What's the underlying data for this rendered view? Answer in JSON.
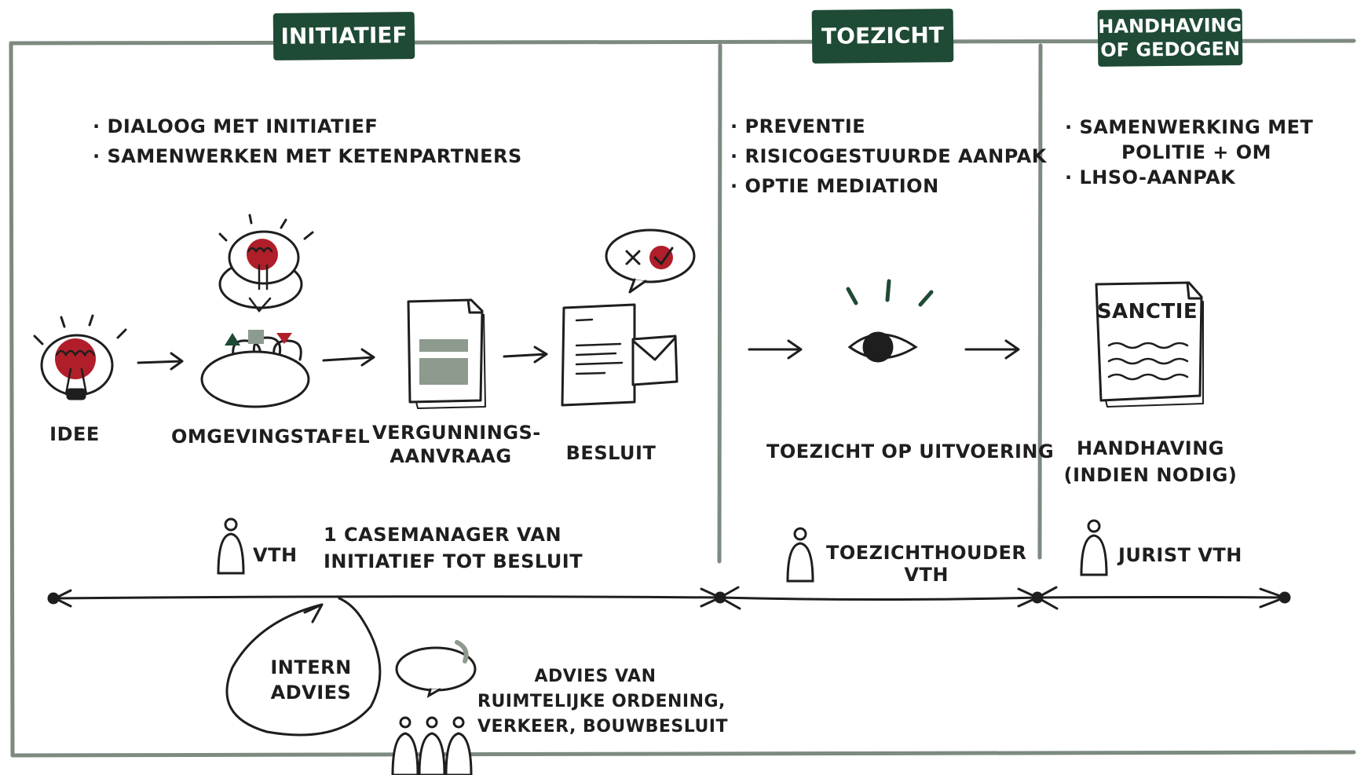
{
  "colors": {
    "accent_green": "#1f4a35",
    "frame_gray": "#7d8a7f",
    "idea_red": "#b01e2a",
    "doc_fill": "#8d9a8e",
    "ink": "#1e1e1e"
  },
  "phases": [
    {
      "id": "initiatief",
      "label": "INITIATIEF"
    },
    {
      "id": "toezicht",
      "label": "TOEZICHT"
    },
    {
      "id": "handhaving",
      "label_line1": "HANDHAVING",
      "label_line2": "OF GEDOGEN"
    }
  ],
  "initiatief": {
    "bullets": [
      "DIALOOG MET INITIATIEF",
      "SAMENWERKEN MET KETENPARTNERS"
    ],
    "steps": [
      {
        "label": "IDEE",
        "icon": "lightbulb-icon"
      },
      {
        "label": "OMGEVINGSTAFEL",
        "icon": "round-table-icon"
      },
      {
        "label_line1": "VERGUNNINGS-",
        "label_line2": "AANVRAAG",
        "icon": "application-document-icon"
      },
      {
        "label": "BESLUIT",
        "icon": "decision-letter-icon"
      }
    ],
    "actor": {
      "label": "VTH",
      "icon": "person-icon"
    },
    "actor_note_line1": "1  CASEMANAGER VAN",
    "actor_note_line2": "INITIATIEF TOT BESLUIT"
  },
  "toezicht": {
    "bullets": [
      "PREVENTIE",
      "RISICOGESTUURDE AANPAK",
      "OPTIE MEDIATION"
    ],
    "step": {
      "label": "TOEZICHT OP UITVOERING",
      "icon": "eye-icon"
    },
    "actor": {
      "label_line1": "TOEZICHTHOUDER",
      "label_line2": "VTH",
      "icon": "person-icon"
    }
  },
  "handhaving": {
    "bullets": [
      {
        "line1": "SAMENWERKING MET",
        "line2": "POLITIE + OM"
      },
      {
        "line1": "LHSO-AANPAK"
      }
    ],
    "document_title": "SANCTIE",
    "step": {
      "label_line1": "HANDHAVING",
      "label_line2": "(INDIEN NODIG)",
      "icon": "sanction-document-icon"
    },
    "actor": {
      "label": "JURIST VTH",
      "icon": "person-icon"
    }
  },
  "bottom": {
    "loop": {
      "label_line1": "INTERN",
      "label_line2": "ADVIES",
      "icon": "loop-arrow-icon"
    },
    "advice": {
      "line1": "ADVIES VAN",
      "line2": "RUIMTELIJKE ORDENING,",
      "line3": "VERKEER, BOUWBESLUIT",
      "icon": "group-speech-icon"
    }
  }
}
